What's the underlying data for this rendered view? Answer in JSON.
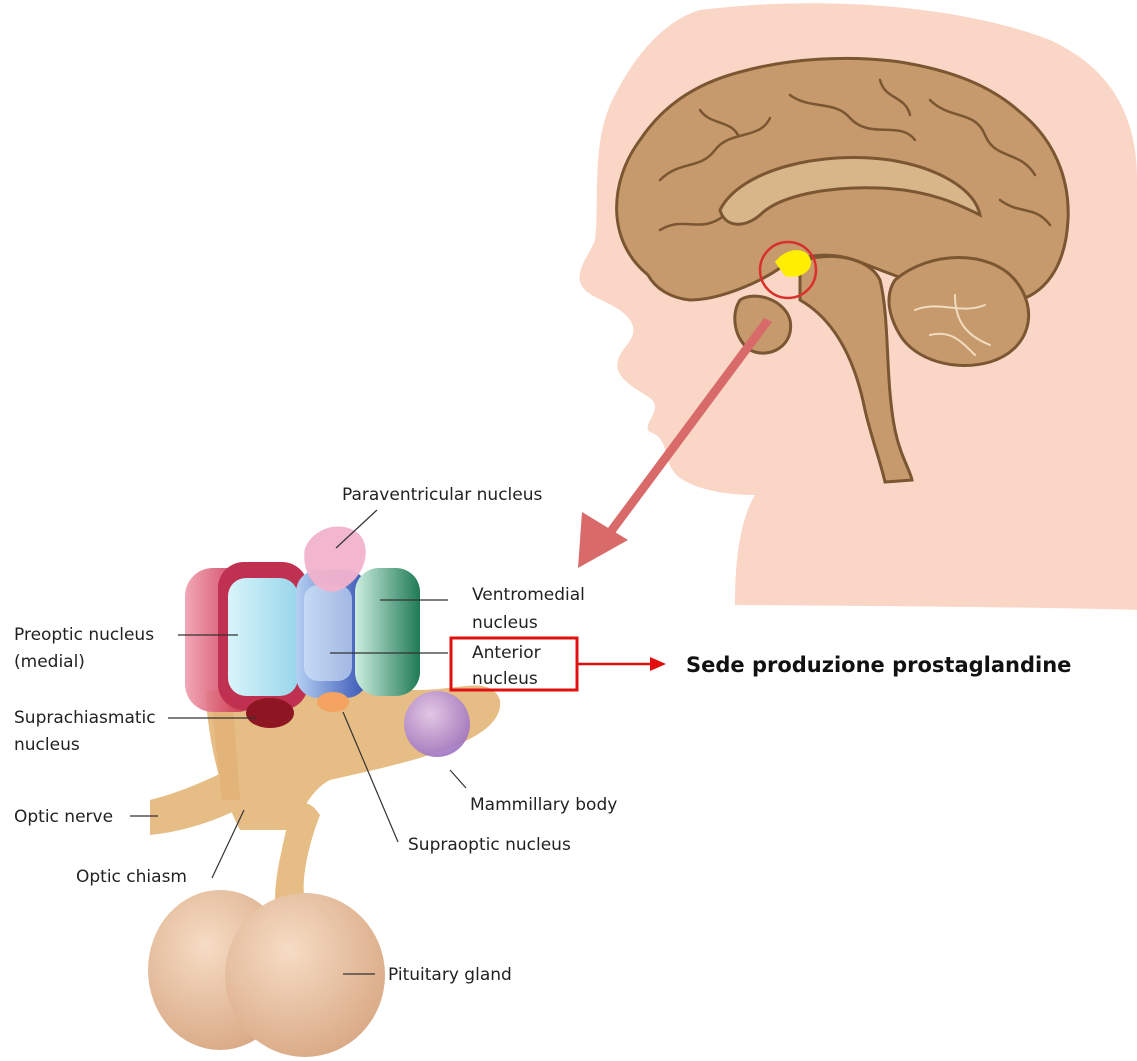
{
  "labels": {
    "paraventricular": "Paraventricular nucleus",
    "ventromedial_1": "Ventromedial",
    "ventromedial_2": "nucleus",
    "preoptic_1": "Preoptic nucleus",
    "preoptic_2": "(medial)",
    "anterior_1": "Anterior",
    "anterior_2": "nucleus",
    "suprachiasmatic_1": "Suprachiasmatic",
    "suprachiasmatic_2": "nucleus",
    "optic_nerve": "Optic nerve",
    "optic_chiasm": "Optic chiasm",
    "mammillary": "Mammillary body",
    "supraoptic": "Supraoptic nucleus",
    "pituitary": "Pituitary gland"
  },
  "callout": {
    "text": "Sede produzione prostaglandine",
    "color": "#e01010"
  },
  "colors": {
    "skin": "#fad6c6",
    "brain": "#c69a6c",
    "brain_dark": "#7a5632",
    "hypothalamus_highlight": "#ffee00",
    "tissue": "#e6bd85",
    "pituitary": "#ecc4a2",
    "arrow": "#d96a6a"
  }
}
